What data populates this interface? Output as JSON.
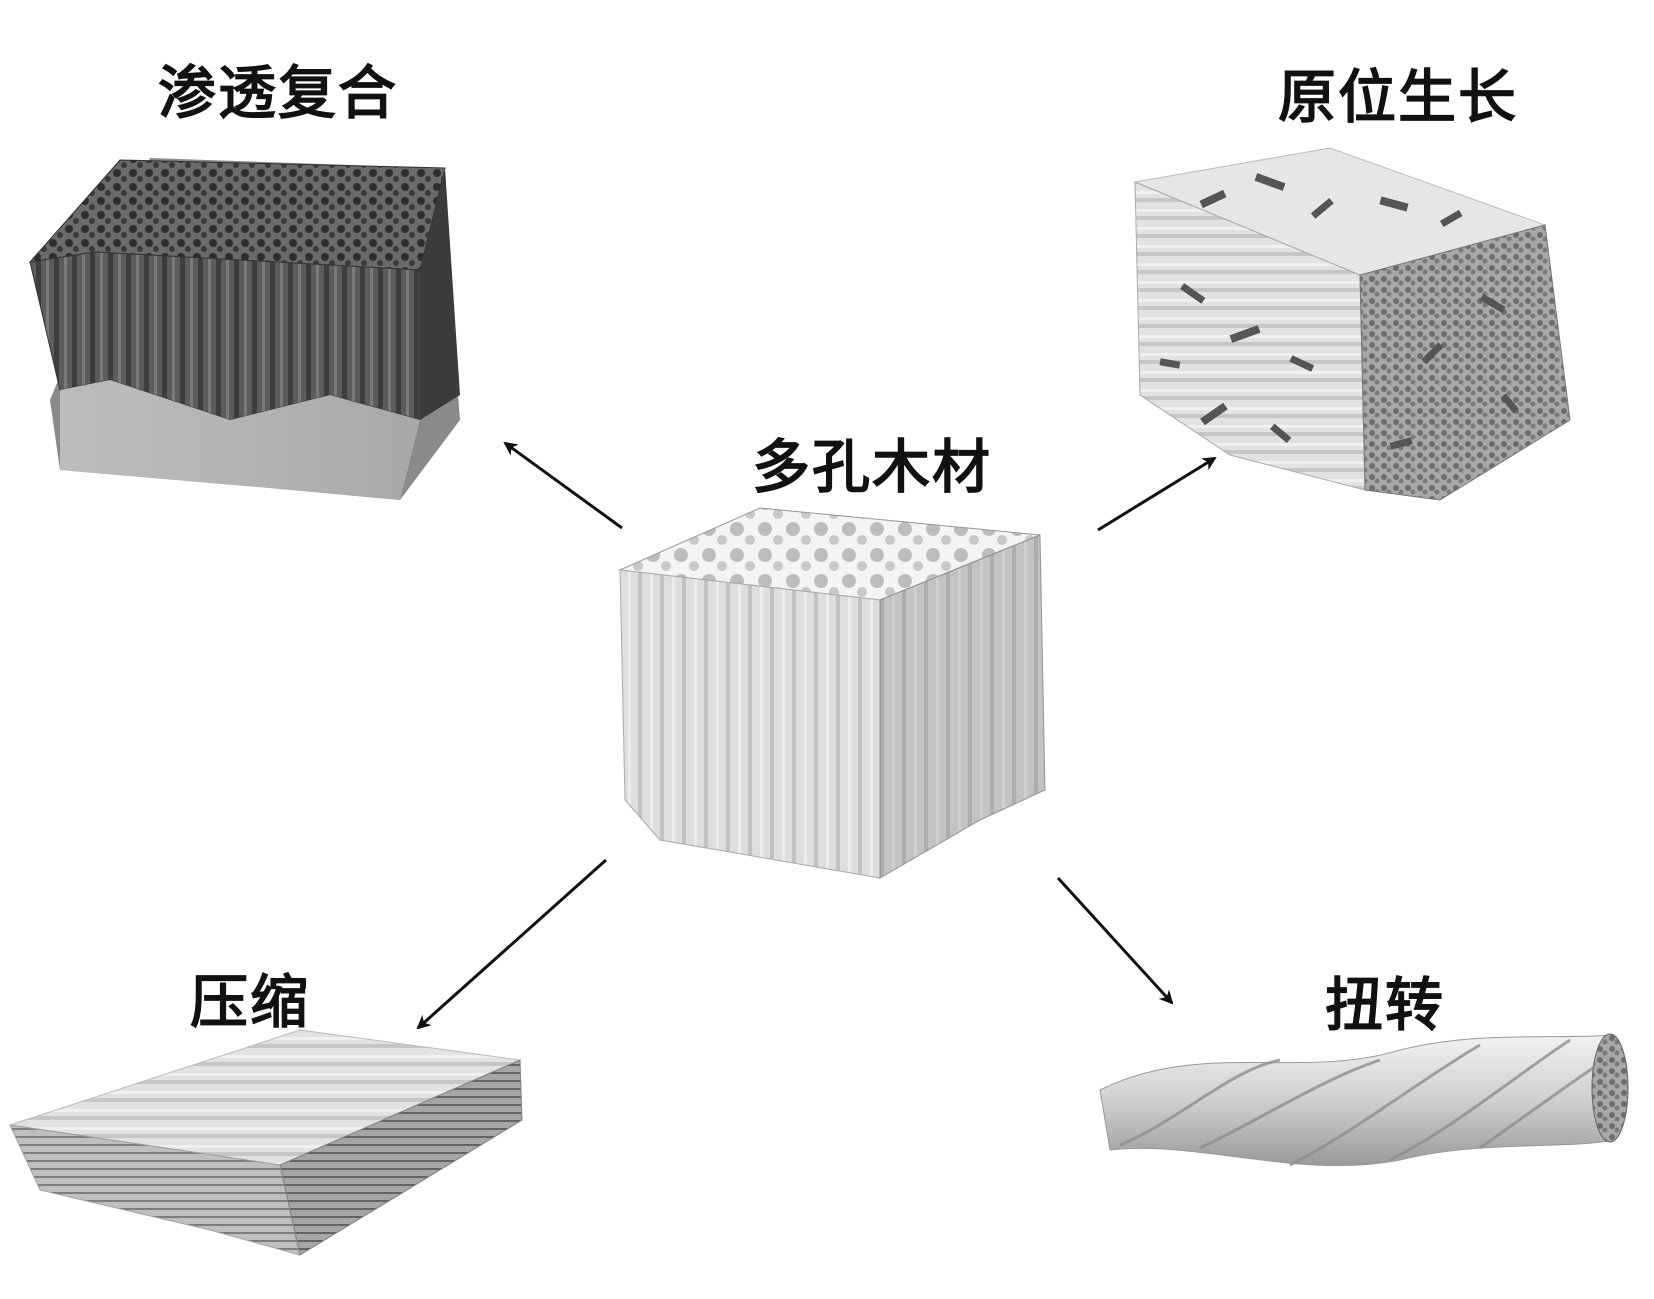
{
  "labels": {
    "center": "多孔木材",
    "top_left": "渗透复合",
    "top_right": "原位生长",
    "bottom_left": "压缩",
    "bottom_right": "扭转"
  },
  "colors": {
    "arrow": "#111111",
    "dark_block": "#5a5a5a",
    "light_block": "#d9d9d9"
  }
}
